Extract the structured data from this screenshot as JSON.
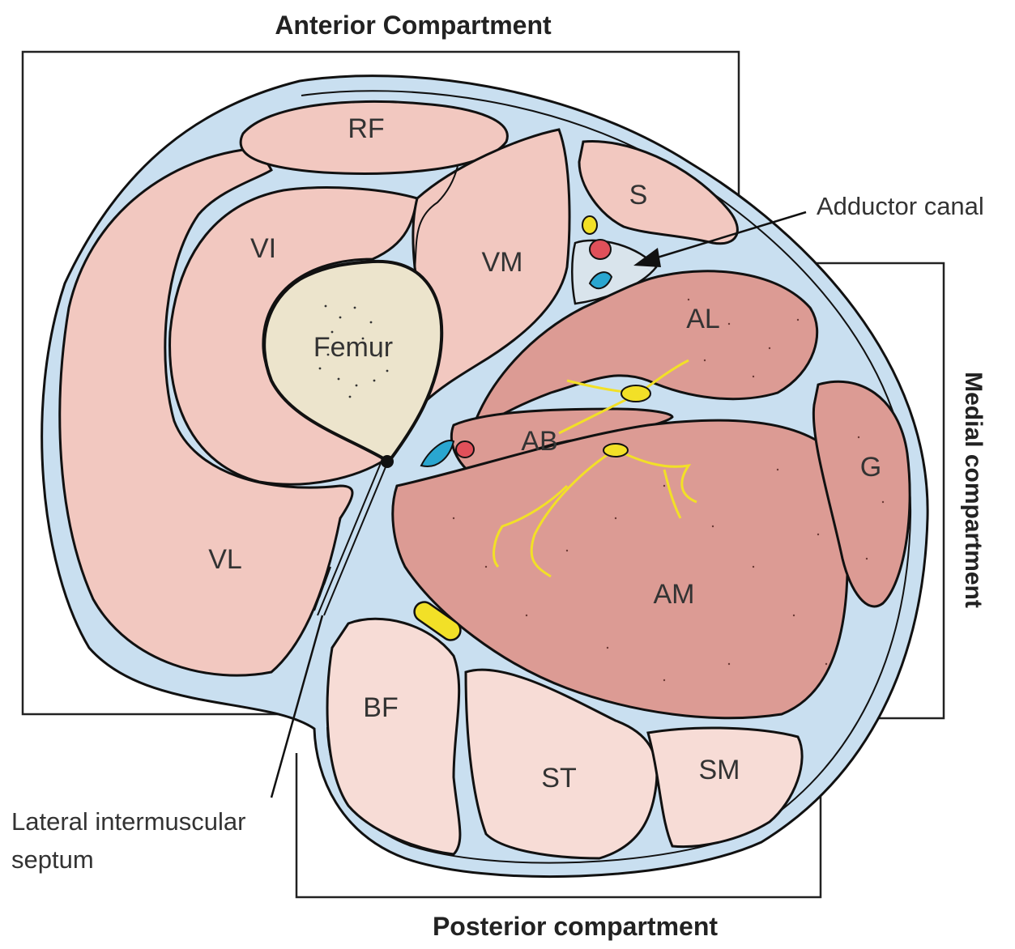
{
  "titles": {
    "anterior": "Anterior Compartment",
    "posterior": "Posterior compartment",
    "medial": "Medial compartment"
  },
  "callouts": {
    "adductor_canal": "Adductor canal",
    "lateral_septum_line1": "Lateral intermuscular",
    "lateral_septum_line2": "septum"
  },
  "labels": {
    "rf": "RF",
    "vi": "VI",
    "vm": "VM",
    "vl": "VL",
    "s": "S",
    "femur": "Femur",
    "al": "AL",
    "ab": "AB",
    "am": "AM",
    "g": "G",
    "bf": "BF",
    "st": "ST",
    "sm": "SM"
  },
  "colors": {
    "fascia": "#c9dff0",
    "outline": "#111111",
    "anterior_muscle": "#f2c8c0",
    "adductor_muscle": "#dc9b94",
    "posterior_muscle": "#f7dcd6",
    "bone": "#ece4cc",
    "nerve": "#f2e027",
    "vein": "#2aa6d0",
    "artery": "#e0505a"
  }
}
